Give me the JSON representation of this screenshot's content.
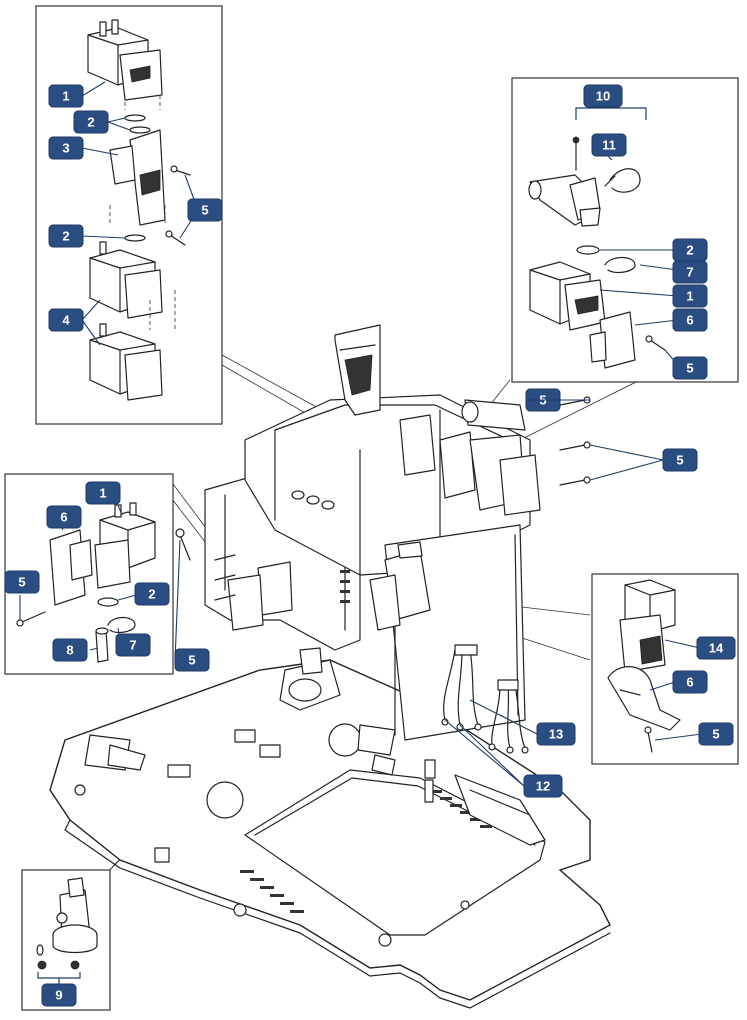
{
  "callouts": [
    {
      "id": "c1",
      "label": "1"
    },
    {
      "id": "c2a",
      "label": "2"
    },
    {
      "id": "c3",
      "label": "3"
    },
    {
      "id": "c5a",
      "label": "5"
    },
    {
      "id": "c2b",
      "label": "2"
    },
    {
      "id": "c4",
      "label": "4"
    },
    {
      "id": "c10",
      "label": "10"
    },
    {
      "id": "c11",
      "label": "11"
    },
    {
      "id": "c2c",
      "label": "2"
    },
    {
      "id": "c7a",
      "label": "7"
    },
    {
      "id": "c1b",
      "label": "1"
    },
    {
      "id": "c6a",
      "label": "6"
    },
    {
      "id": "c5b",
      "label": "5"
    },
    {
      "id": "c5c",
      "label": "5"
    },
    {
      "id": "c5d",
      "label": "5"
    },
    {
      "id": "c1c",
      "label": "1"
    },
    {
      "id": "c6b",
      "label": "6"
    },
    {
      "id": "c5e",
      "label": "5"
    },
    {
      "id": "c2d",
      "label": "2"
    },
    {
      "id": "c8",
      "label": "8"
    },
    {
      "id": "c7b",
      "label": "7"
    },
    {
      "id": "c5f",
      "label": "5"
    },
    {
      "id": "c14",
      "label": "14"
    },
    {
      "id": "c6c",
      "label": "6"
    },
    {
      "id": "c5g",
      "label": "5"
    },
    {
      "id": "c13",
      "label": "13"
    },
    {
      "id": "c12",
      "label": "12"
    },
    {
      "id": "c9",
      "label": "9"
    }
  ],
  "colors": {
    "callout_fill": "#2a4e82",
    "callout_text": "#ffffff",
    "line": "#222222",
    "background": "#ffffff"
  }
}
